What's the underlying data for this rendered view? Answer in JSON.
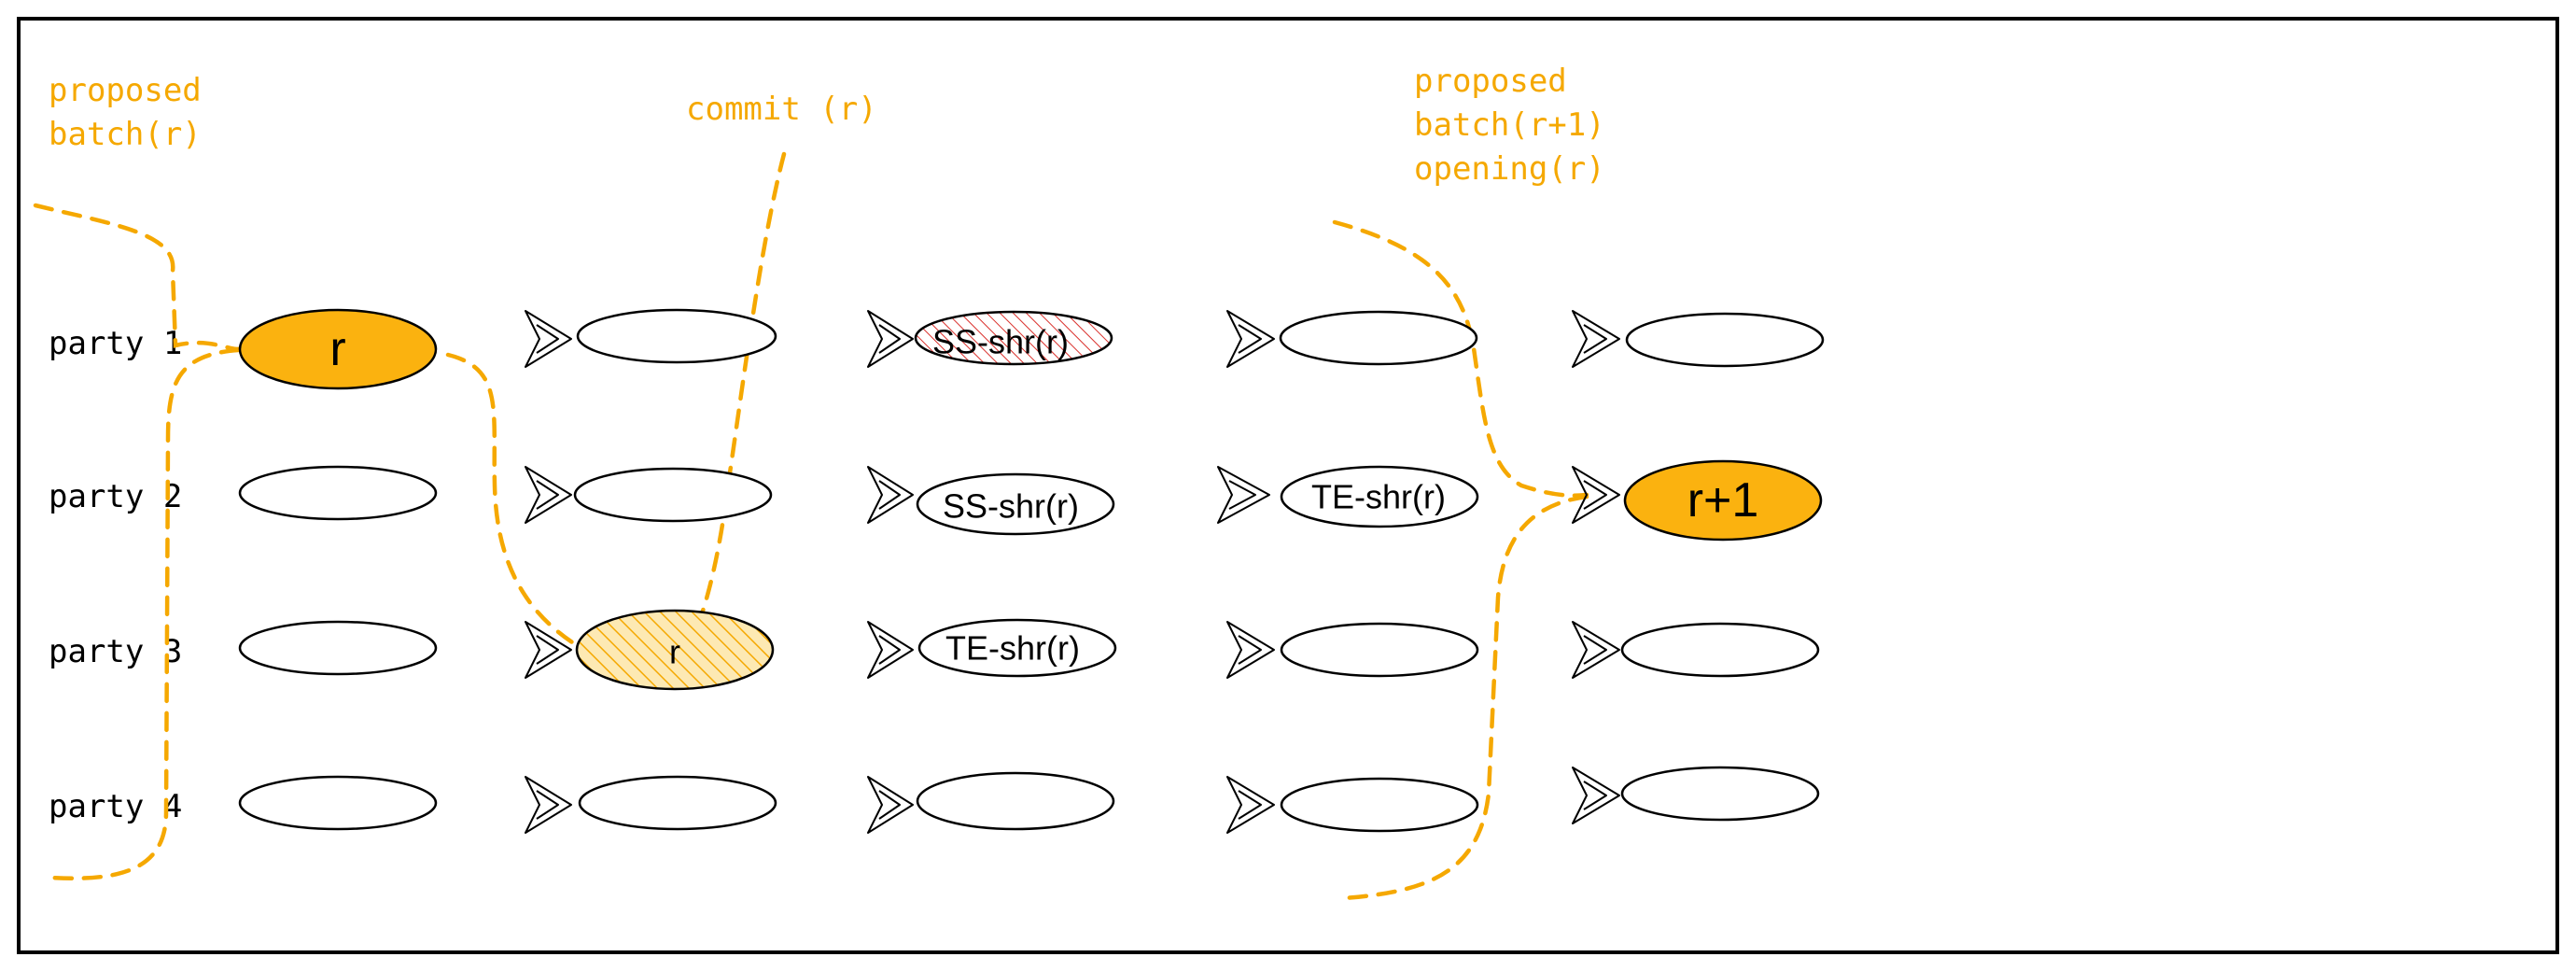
{
  "parties": [
    {
      "label": "party 1"
    },
    {
      "label": "party 2"
    },
    {
      "label": "party 3"
    },
    {
      "label": "party 4"
    }
  ],
  "annotations": {
    "batch_r": [
      "proposed",
      "batch(r)"
    ],
    "commit_r": [
      "commit (r)"
    ],
    "batch_r1": [
      "proposed",
      "batch(r+1)",
      "opening(r)"
    ]
  },
  "nodes": {
    "p1_r": "r",
    "p1_ss": "SS-shr(r)",
    "p2_ss": "SS-shr(r)",
    "p2_te": "TE-shr(r)",
    "p2_r1": "r+1",
    "p3_r": "r",
    "p3_te": "TE-shr(r)"
  },
  "colors": {
    "accent": "#fbb20f",
    "annotation": "#f5a800",
    "hatch_red": "#d9302c"
  },
  "icons": {
    "arrow": "paper-plane-arrow-icon"
  }
}
